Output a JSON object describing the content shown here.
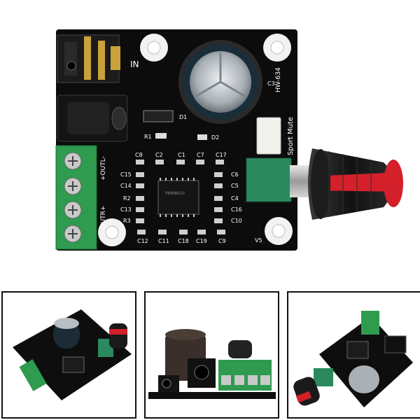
{
  "board": {
    "model": "HW-634",
    "pin_label_in": "IN",
    "switch_label": "Sport Mute",
    "chip_marking": "PAM8610",
    "via_label": "V5",
    "output_labels": [
      "+OUTL-",
      "-OUTR+"
    ],
    "components": {
      "c3": "C3",
      "d1": "D1",
      "d2": "D2",
      "r1": "R1",
      "c8": "C8",
      "c2": "C2",
      "c1": "C1",
      "c7": "C7",
      "c17": "C17",
      "c15": "C15",
      "c14": "C14",
      "r2": "R2",
      "c13": "C13",
      "r3": "R3",
      "c6": "C6",
      "c5": "C5",
      "c4": "C4",
      "c16": "C16",
      "c10": "C10",
      "c12": "C12",
      "c11": "C11",
      "c18": "C18",
      "c19": "C19",
      "c9": "C9"
    }
  },
  "colors": {
    "pcb": "#0c0c0c",
    "terminal": "#2e9b4e",
    "knob": "#1a1a1a",
    "knob_stripe": "#d4202a"
  },
  "thumbnails": {
    "t1": "angled-view",
    "t2": "side-view",
    "t3": "rear-angled-view"
  }
}
